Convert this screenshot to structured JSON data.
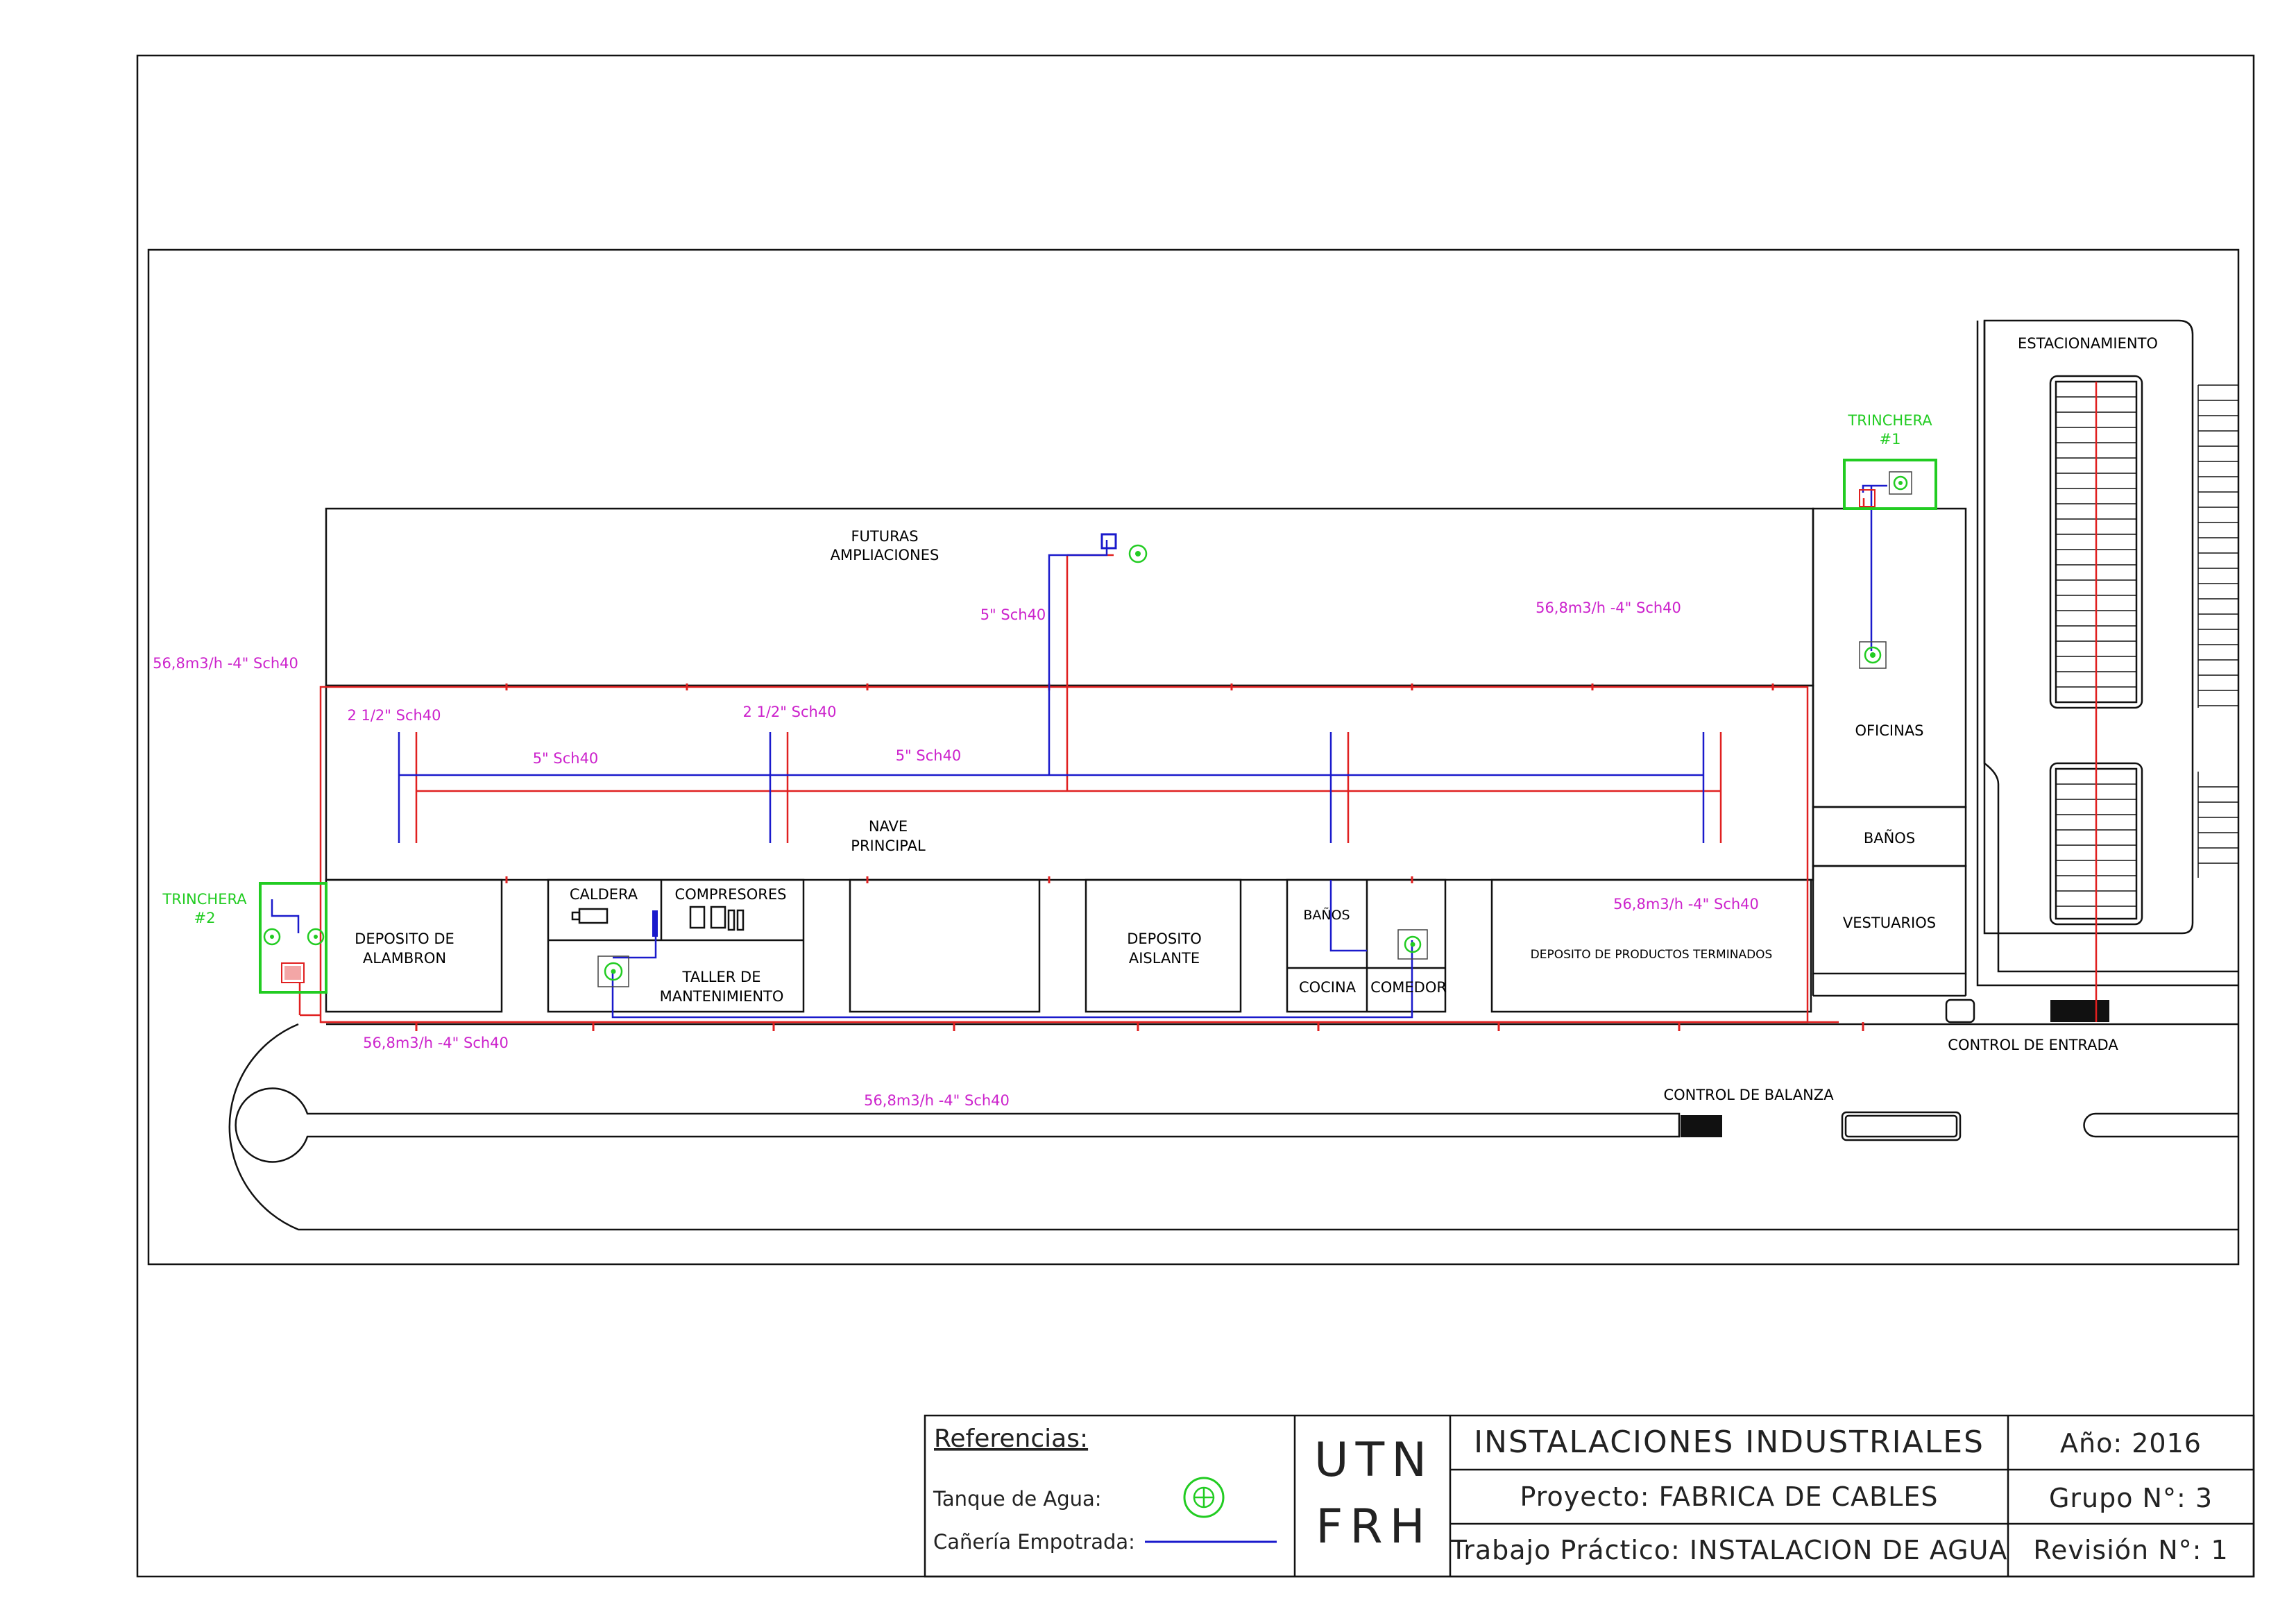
{
  "plan": {
    "labels": {
      "estacionamiento": "ESTACIONAMIENTO",
      "trinchera1_a": "TRINCHERA",
      "trinchera1_b": "#1",
      "trinchera2_a": "TRINCHERA",
      "trinchera2_b": "#2",
      "futuras_a": "FUTURAS",
      "futuras_b": "AMPLIACIONES",
      "nave_a": "NAVE",
      "nave_b": "PRINCIPAL",
      "oficinas": "OFICINAS",
      "banos_right": "BAÑOS",
      "vestuarios": "VESTUARIOS",
      "deposito_alambron_a": "DEPOSITO DE",
      "deposito_alambron_b": "ALAMBRON",
      "caldera": "CALDERA",
      "compresores": "COMPRESORES",
      "taller_a": "TALLER DE",
      "taller_b": "MANTENIMIENTO",
      "deposito_aislante_a": "DEPOSITO",
      "deposito_aislante_b": "AISLANTE",
      "banos_mid": "BAÑOS",
      "cocina": "COCINA",
      "comedor": "COMEDOR",
      "deposito_productos": "DEPOSITO DE PRODUCTOS TERMINADOS",
      "control_entrada": "CONTROL DE ENTRADA",
      "control_balanza": "CONTROL DE BALANZA"
    },
    "pipe_labels": {
      "p_left_top": "56,8m3/h -4\" Sch40",
      "p_futuras": "5\" Sch40",
      "p_right_top": "56,8m3/h -4\" Sch40",
      "p_212_left": "2 1/2\" Sch40",
      "p_212_mid": "2 1/2\" Sch40",
      "p_5_left": "5\" Sch40",
      "p_5_mid": "5\" Sch40",
      "p_deposito": "56,8m3/h -4\" Sch40",
      "p_bottom_left": "56,8m3/h -4\" Sch40",
      "p_road": "56,8m3/h -4\" Sch40"
    }
  },
  "title_block": {
    "referencias": "Referencias:",
    "tanque": "Tanque de Agua:",
    "caneria": "Cañería Empotrada:",
    "utn": "UTN",
    "frh": "FRH",
    "materia": "INSTALACIONES INDUSTRIALES",
    "proyecto": "Proyecto: FABRICA DE CABLES",
    "trabajo": "Trabajo Práctico: INSTALACION DE AGUA",
    "anio": "Año: 2016",
    "grupo": "Grupo N°: 3",
    "revision": "Revisión N°: 1"
  },
  "colors": {
    "water_pipe": "#e02020",
    "embedded_pipe": "#1a1acc",
    "pipe_label": "#cc22cc",
    "trench": "#22cc22"
  }
}
